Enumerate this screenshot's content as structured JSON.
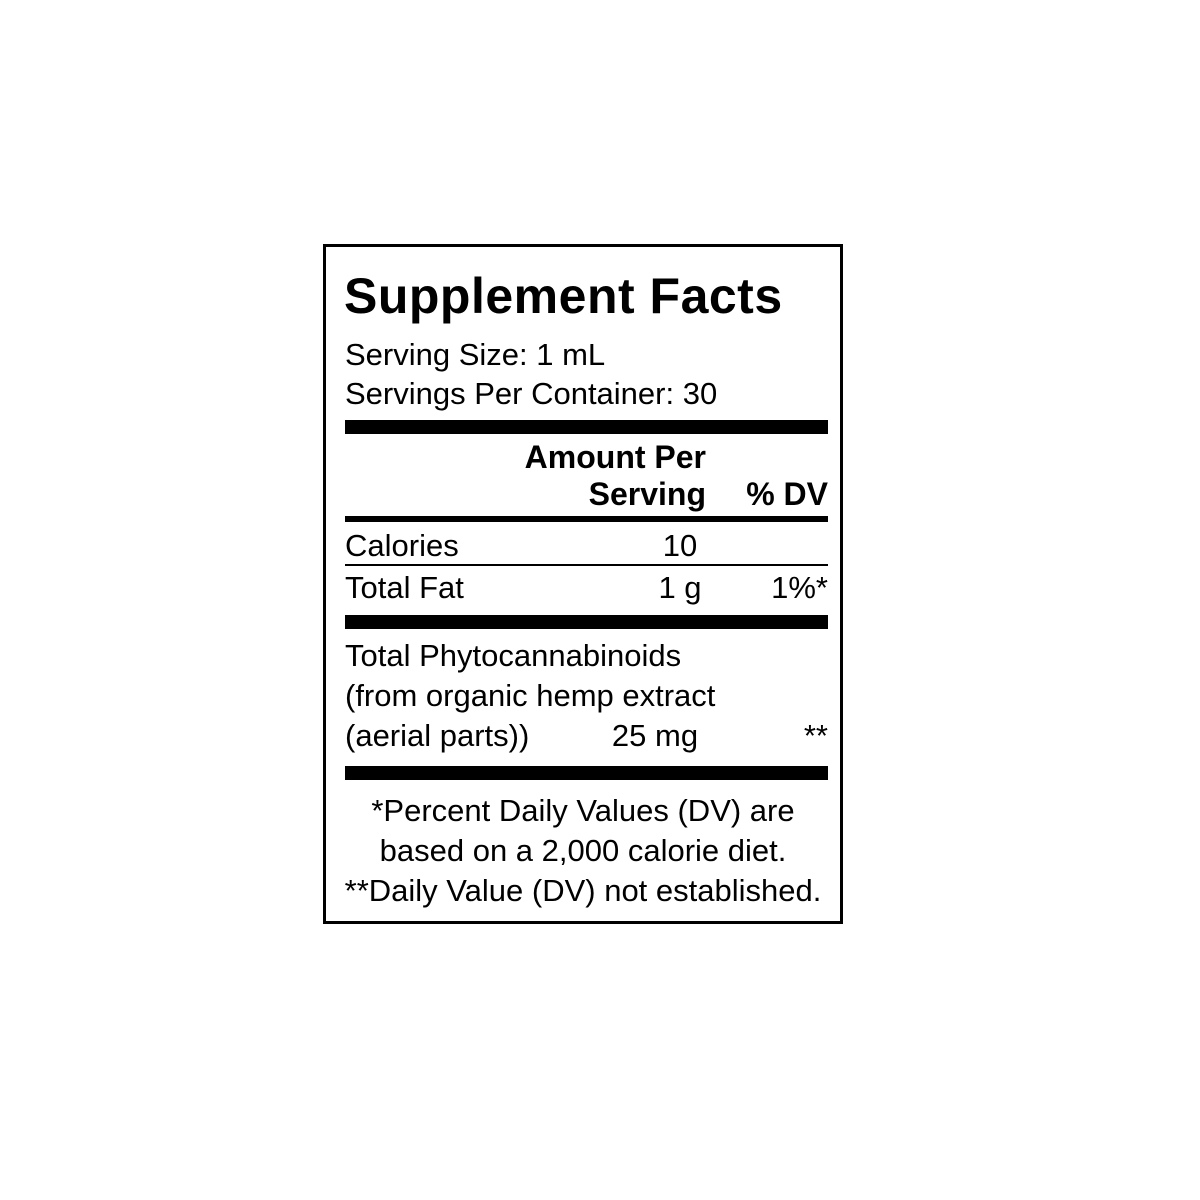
{
  "label": {
    "title": "Supplement Facts",
    "serving_size": "Serving Size: 1 mL",
    "servings_per_container": "Servings Per Container: 30",
    "header_amount_line1": "Amount Per",
    "header_amount_line2": "Serving",
    "header_dv": "% DV",
    "rows": [
      {
        "name": "Calories",
        "amount": "10",
        "dv": ""
      },
      {
        "name": "Total Fat",
        "amount": "1 g",
        "dv": "1%*"
      }
    ],
    "ingredient": {
      "line1": "Total Phytocannabinoids",
      "line2": "(from organic hemp extract",
      "line3": "(aerial parts))",
      "amount": "25 mg",
      "dv": "**"
    },
    "footnotes": [
      "*Percent Daily Values (DV) are",
      "based on a 2,000 calorie diet.",
      "**Daily Value (DV) not established."
    ]
  }
}
